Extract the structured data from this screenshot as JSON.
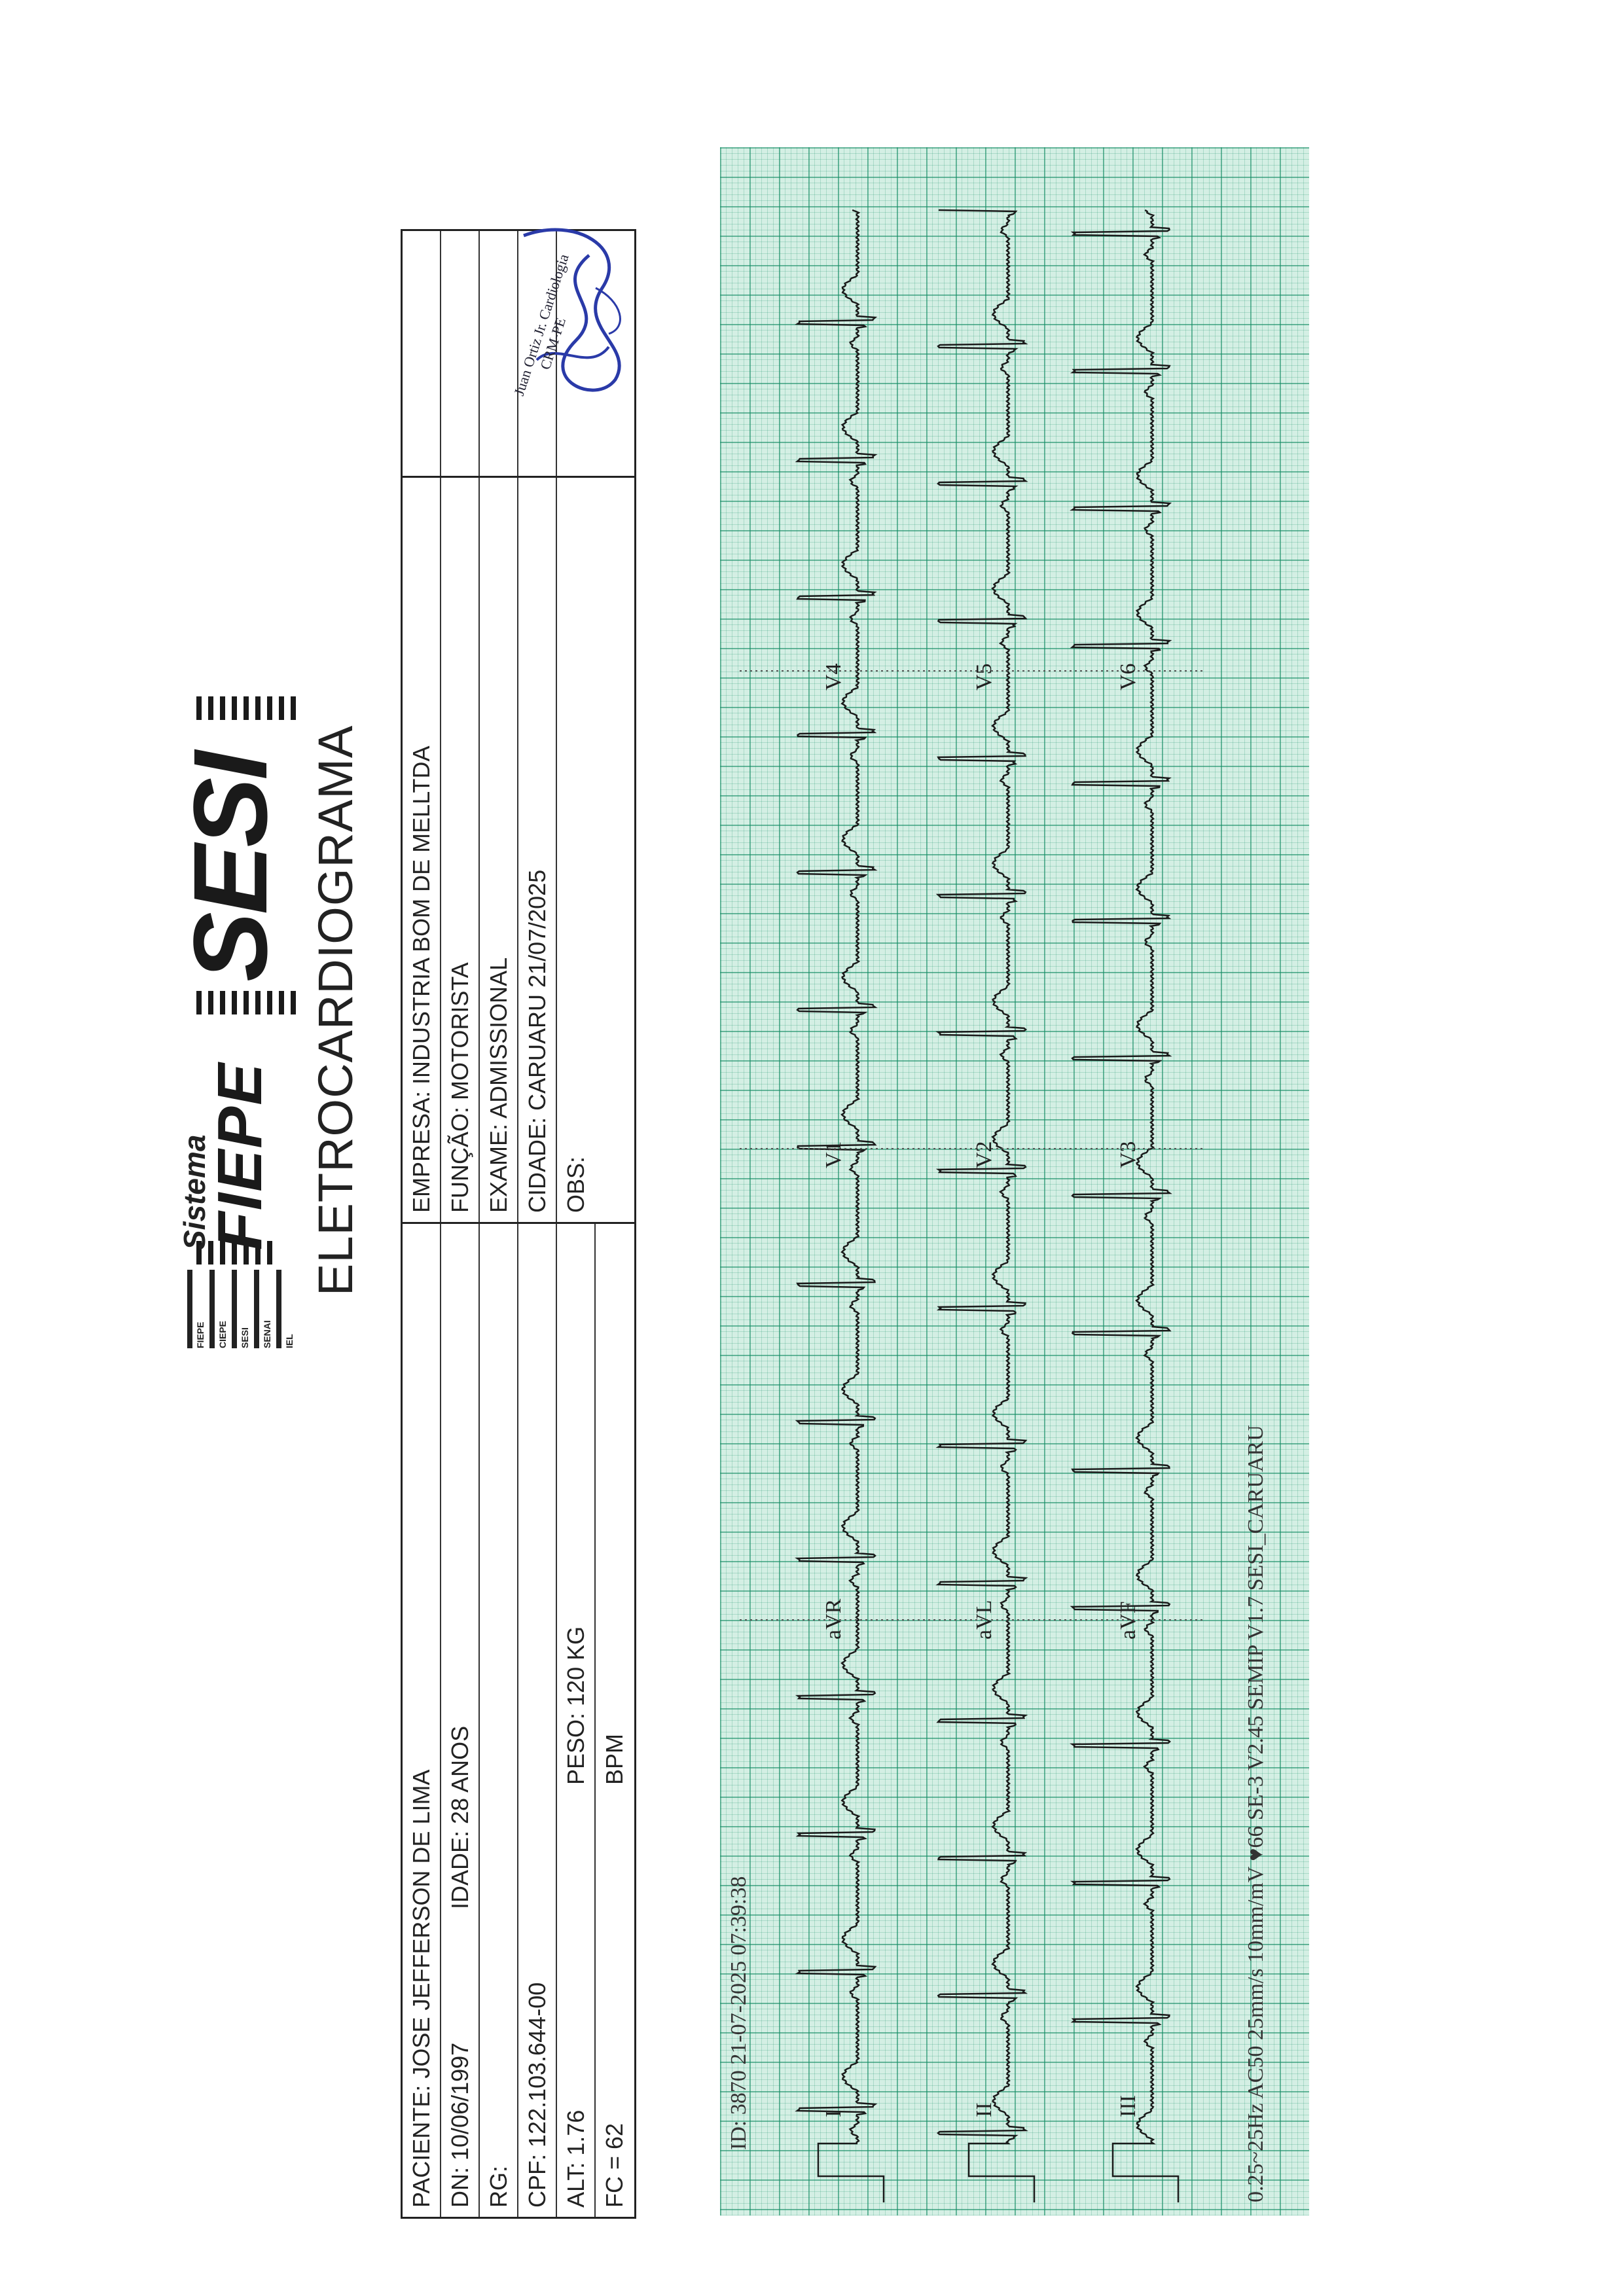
{
  "header": {
    "logo_sistema": "Sistema",
    "logo_fiepe": "FIEPE",
    "logo_sesi": "SESI",
    "logo_members": [
      "FIEPE",
      "CIEPE",
      "SESI",
      "SENAI",
      "IEL"
    ],
    "title": "ELETROCARDIOGRAMA"
  },
  "patient": {
    "paciente": "PACIENTE:  JOSE JEFFERSON DE LIMA",
    "dn": "DN: 10/06/1997",
    "idade": "IDADE: 28 ANOS",
    "rg": "RG:",
    "cpf": "CPF: 122.103.644-00",
    "alt": "ALT: 1.76",
    "peso": "PESO:  120   KG",
    "fc": "FC = 62",
    "bpm": "BPM"
  },
  "exam": {
    "empresa": "EMPRESA: INDUSTRIA BOM DE MELLTDA",
    "funcao": "FUNÇÃO: MOTORISTA",
    "exame": "EXAME: ADMISSIONAL",
    "cidade": "CIDADE:   CARUARU 21/07/2025",
    "obs": "OBS:"
  },
  "stamp": {
    "lines": [
      "Juan Ortiz Jr. Cardiologia",
      "CRM-PE"
    ]
  },
  "ecg": {
    "header_text": "ID: 3870    21-07-2025    07:39:38",
    "footer_text": "0.25~25Hz  AC50  25mm/s  10mm/mV  ♥66   SE-3  V2.45  SEMIP V1.7  SESI_CARUARU",
    "rows": [
      {
        "leads": [
          "I",
          "aVR",
          "V1",
          "V4"
        ]
      },
      {
        "leads": [
          "II",
          "aVL",
          "V2",
          "V5"
        ]
      },
      {
        "leads": [
          "III",
          "aVF",
          "V3",
          "V6"
        ]
      }
    ],
    "colors": {
      "grid_bg": "#d4efe4",
      "trace": "#1a1a1a"
    }
  }
}
